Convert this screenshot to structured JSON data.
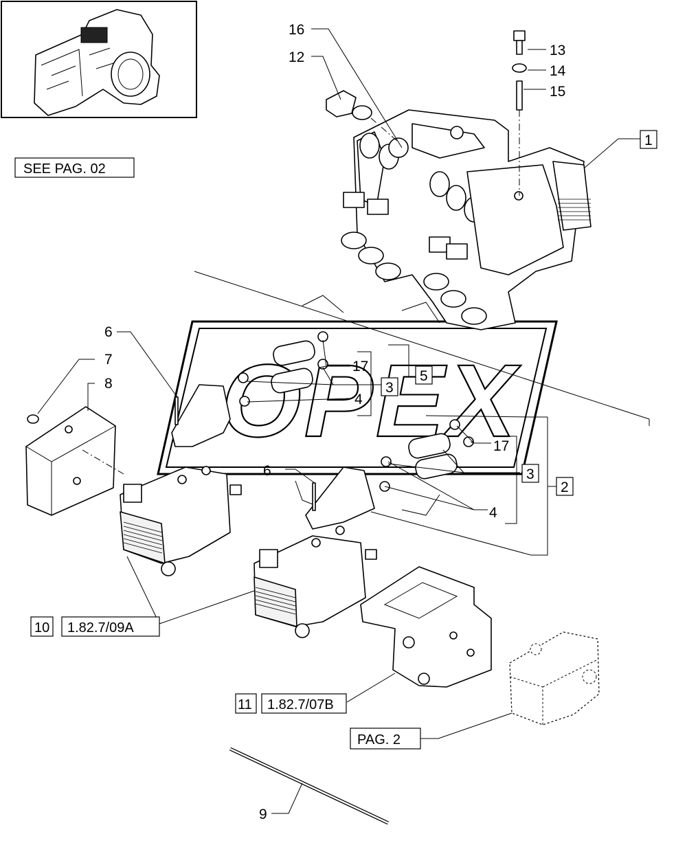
{
  "refs": {
    "see_pag": "SEE PAG. 02",
    "pag2": "PAG. 2",
    "ref_10": "1.82.7/09A",
    "ref_11": "1.82.7/07B"
  },
  "watermark": "OPEX",
  "callouts": {
    "c1": "1",
    "c2": "2",
    "c3a": "3",
    "c3b": "3",
    "c4a": "4",
    "c4b": "4",
    "c5": "5",
    "c6a": "6",
    "c6b": "6",
    "c7": "7",
    "c8": "8",
    "c9": "9",
    "c10": "10",
    "c11": "11",
    "c12": "12",
    "c13": "13",
    "c14": "14",
    "c15": "15",
    "c16": "16",
    "c17a": "17",
    "c17b": "17"
  }
}
